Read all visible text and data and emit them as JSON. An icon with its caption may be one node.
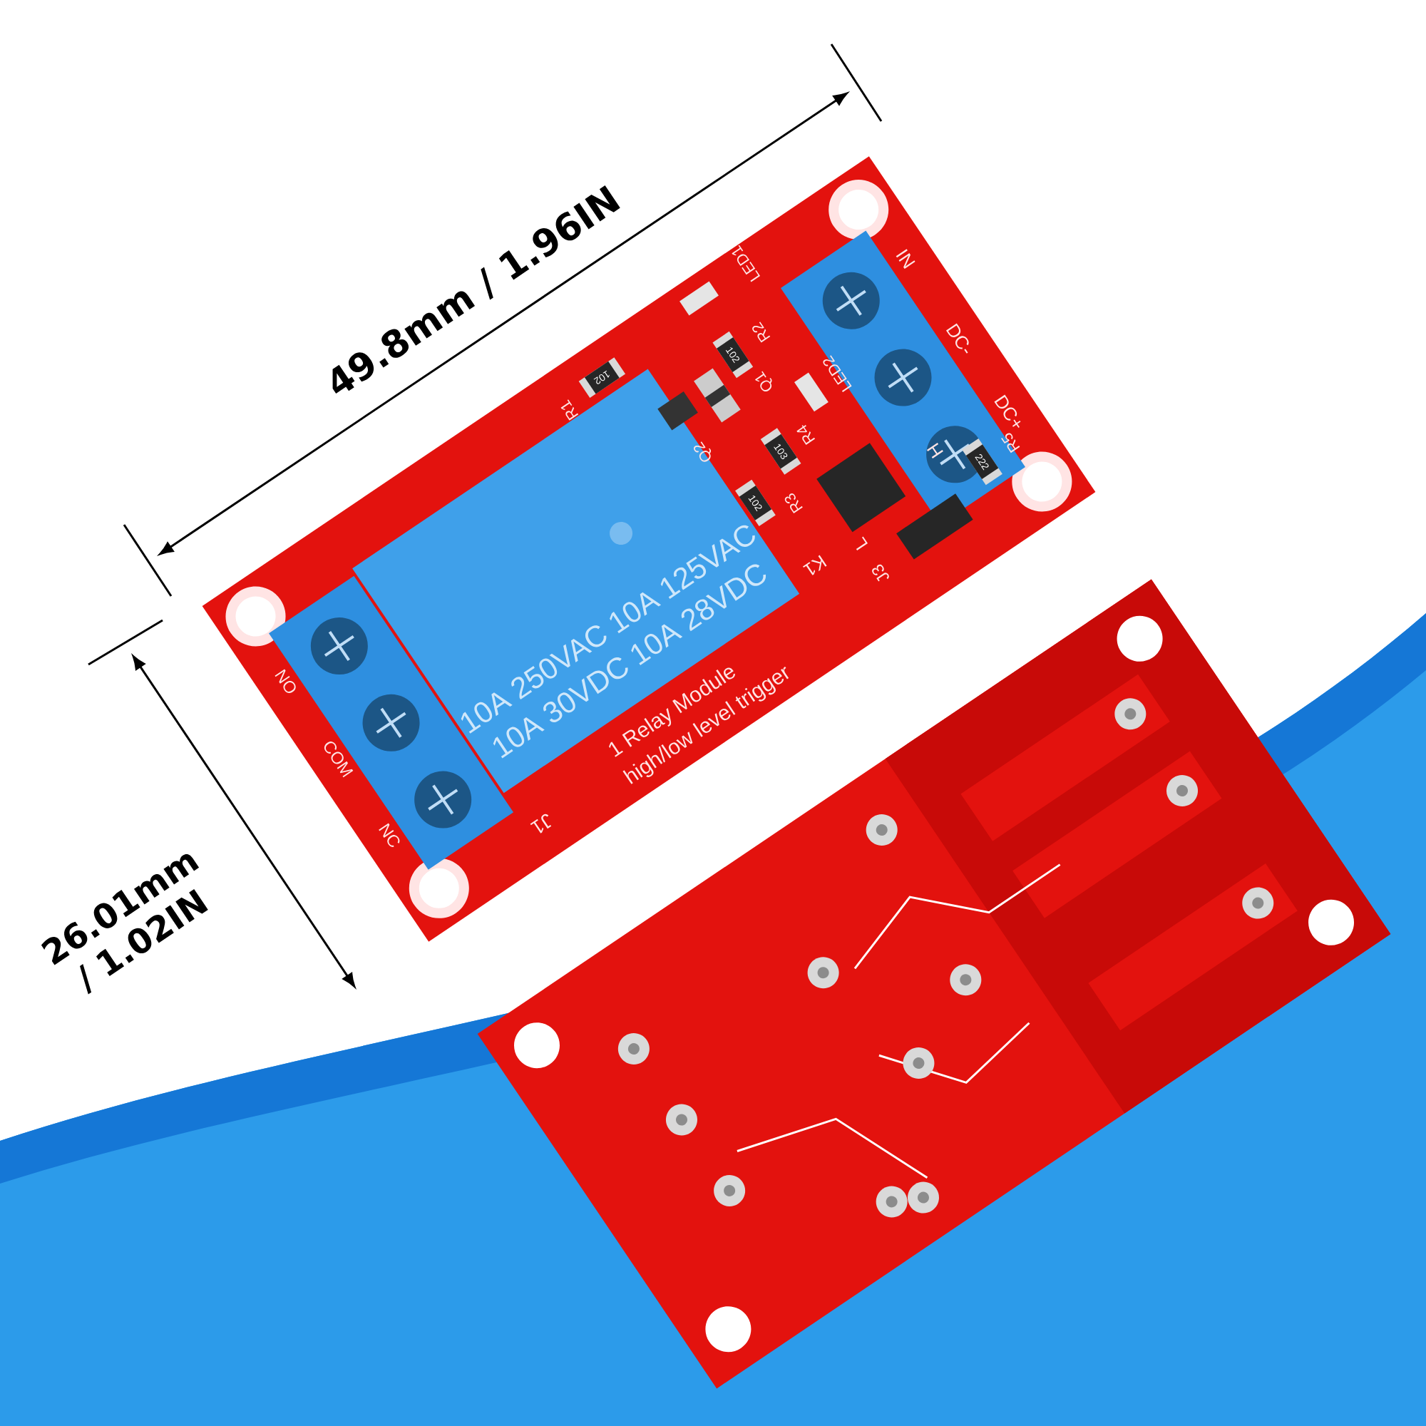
{
  "diagram": {
    "labels": [
      "49.8mm / 1.96IN",
      "26.01mm / 1.02IN",
      "LED1",
      "R1",
      "R2",
      "IN",
      "DC-",
      "DC+",
      "Q1",
      "Q2",
      "LED2",
      "R4",
      "R3",
      "R5",
      "H",
      "10A 250VAC 10A 125VAC",
      "10A 30VDC 10A 28VDC",
      "K1",
      "L",
      "J3",
      "NO",
      "COM",
      "NC",
      "1 Relay Module",
      "high/low level trigger",
      "J1",
      "102",
      "102",
      "103",
      "102",
      "222"
    ]
  }
}
